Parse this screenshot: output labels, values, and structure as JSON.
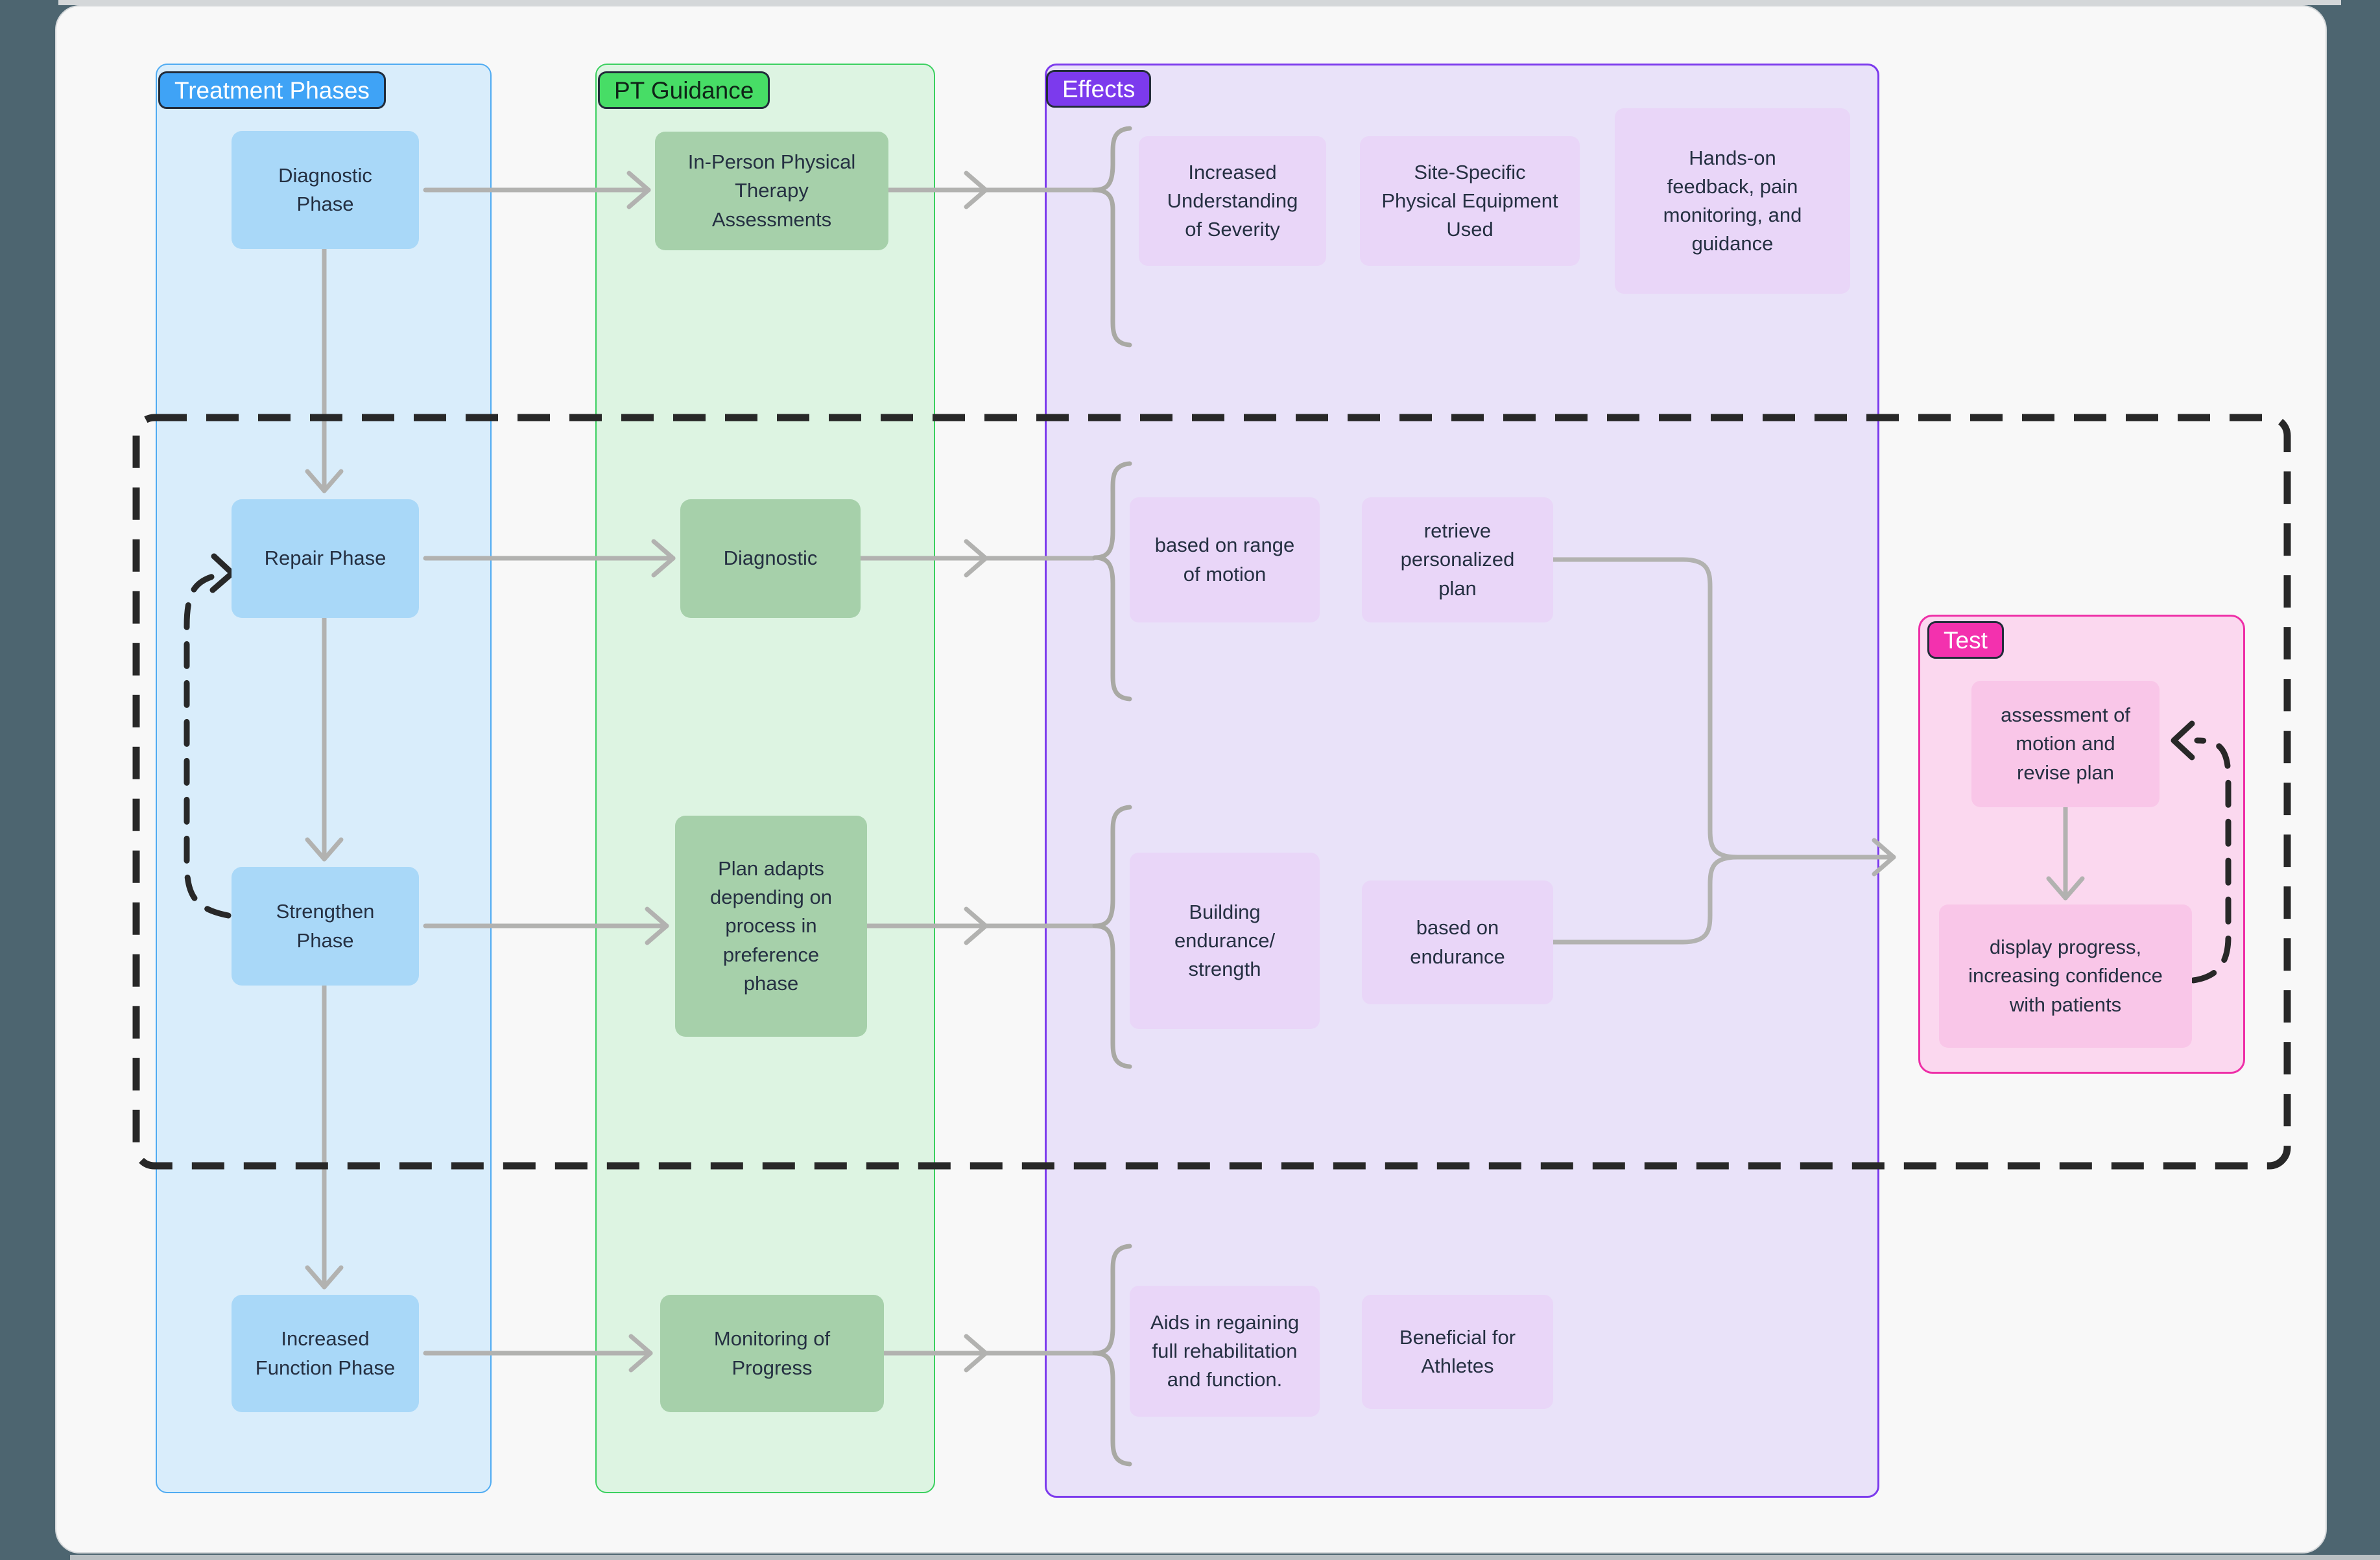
{
  "groups": {
    "treatment": {
      "label": "Treatment Phases"
    },
    "guidance": {
      "label": "PT Guidance"
    },
    "effects": {
      "label": "Effects"
    },
    "test": {
      "label": "Test"
    }
  },
  "nodes": {
    "diagnostic_phase": "Diagnostic\nPhase",
    "repair_phase": "Repair Phase",
    "strengthen_phase": "Strengthen\nPhase",
    "increased_function": "Increased\nFunction Phase",
    "inperson": "In-Person Physical\nTherapy\nAssessments",
    "diagnostic": "Diagnostic",
    "plan_adapts": "Plan adapts\ndepending on\nprocess in\npreference\nphase",
    "monitoring": "Monitoring of\nProgress",
    "increased_understanding": "Increased\nUnderstanding\nof Severity",
    "site_specific": "Site-Specific\nPhysical Equipment\nUsed",
    "hands_on": "Hands-on\nfeedback, pain\nmonitoring, and\nguidance",
    "range_motion": "based on range\nof motion",
    "retrieve_plan": "retrieve\npersonalized\nplan",
    "building_endurance": "Building\nendurance/\nstrength",
    "based_endurance": "based on\nendurance",
    "aids_regaining": "Aids in regaining\nfull rehabilitation\nand function.",
    "beneficial": "Beneficial for\nAthletes",
    "assessment": "assessment of\nmotion and\nrevise plan",
    "display_progress": "display progress,\nincreasing confidence\nwith patients"
  },
  "colors": {
    "background": "#4d6570",
    "card": "#f8f8f8",
    "treatment_accent": "#3fa3f6",
    "guidance_accent": "#47dd66",
    "effects_accent": "#7c3aed",
    "test_accent": "#f331ae",
    "arrow_gray": "#b2b2b0",
    "dashed_black": "#282828"
  }
}
